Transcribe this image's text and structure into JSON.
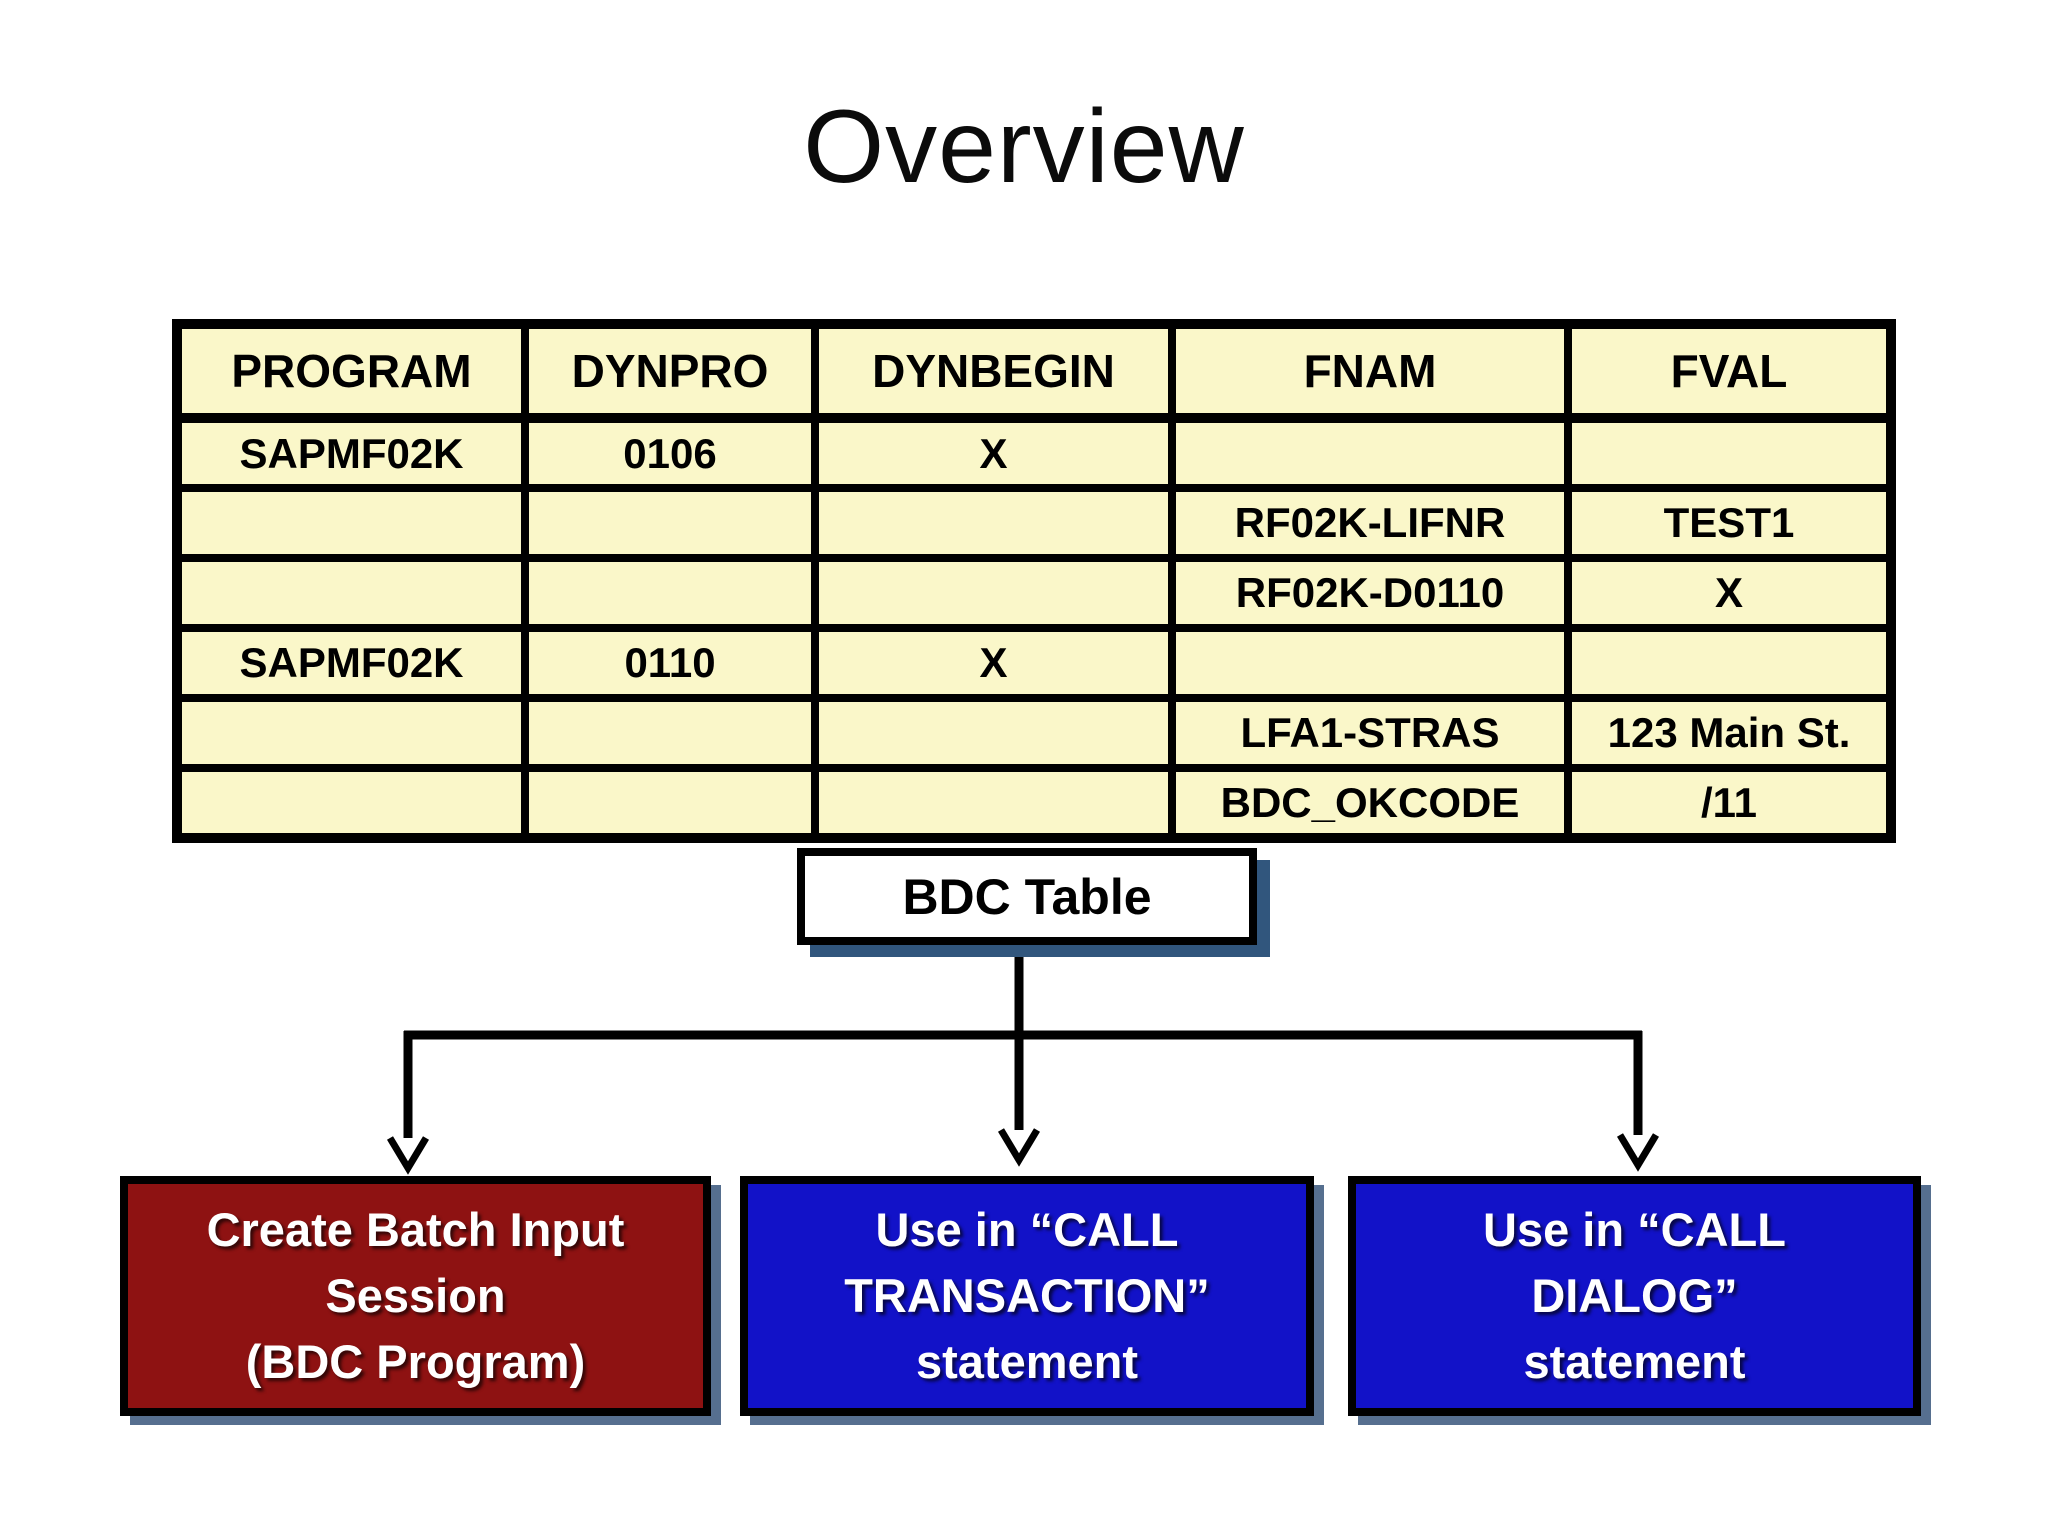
{
  "title": "Overview",
  "table": {
    "headers": [
      "PROGRAM",
      "DYNPRO",
      "DYNBEGIN",
      "FNAM",
      "FVAL"
    ],
    "rows": [
      [
        "SAPMF02K",
        "0106",
        "X",
        "",
        ""
      ],
      [
        "",
        "",
        "",
        "RF02K-LIFNR",
        "TEST1"
      ],
      [
        "",
        "",
        "",
        "RF02K-D0110",
        "X"
      ],
      [
        "SAPMF02K",
        "0110",
        "X",
        "",
        ""
      ],
      [
        "",
        "",
        "",
        "LFA1-STRAS",
        "123 Main St."
      ],
      [
        "",
        "",
        "",
        "BDC_OKCODE",
        "/11"
      ]
    ]
  },
  "bdc_label": "BDC Table",
  "flow_boxes": {
    "create_session": {
      "lines": [
        "Create Batch Input",
        "Session",
        "(BDC Program)"
      ]
    },
    "call_transaction": {
      "lines": [
        "Use in “CALL",
        "TRANSACTION”",
        "statement"
      ]
    },
    "call_dialog": {
      "lines": [
        "Use in “CALL",
        "DIALOG”",
        "statement"
      ]
    }
  },
  "colors": {
    "cell-yellow": "#FAF7C9",
    "table-border": "#000000",
    "bdc-shadow-blue": "#31567D",
    "box-shadow-slate": "#566F8F",
    "red-box": "#8E1212",
    "blue-box": "#1212C8",
    "text-white": "#FFFFFF"
  }
}
